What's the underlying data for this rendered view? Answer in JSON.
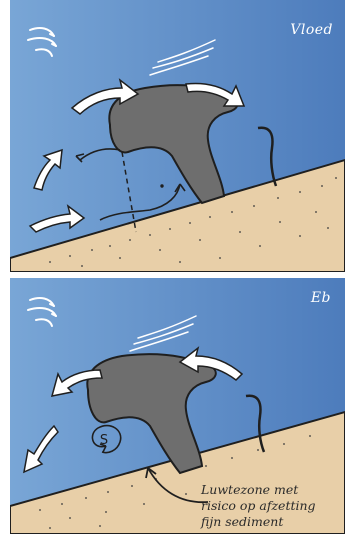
{
  "panels": {
    "top": {
      "label": "Vloed"
    },
    "bottom": {
      "label": "Eb",
      "swirl_label": "S",
      "annotation": {
        "line1": "Luwtezone met",
        "line2": "risico op afzetting",
        "line3": "fijn sediment"
      }
    }
  },
  "colors": {
    "water_light": "#6f9dd0",
    "water_dark": "#4f7fbe",
    "sediment": "#e8cfa8",
    "structure": "#6e6e6e",
    "arrow_fill": "#ffffff",
    "outline": "#1f1f1f"
  },
  "icons": [
    "wind-icon",
    "flow-arrow-icon",
    "swirl-icon",
    "wave-lines-icon"
  ]
}
